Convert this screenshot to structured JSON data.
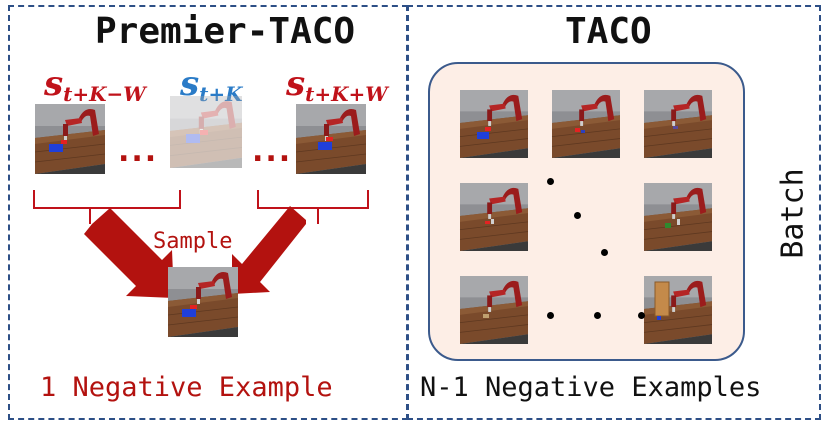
{
  "left_panel": {
    "title": "Premier-TACO",
    "anchor_left_label": {
      "base": "s",
      "sub": "t+K−W",
      "color": "#c0121a"
    },
    "anchor_mid_label": {
      "base": "s",
      "sub": "t+K",
      "color": "#2a7bc7"
    },
    "anchor_right_label": {
      "base": "s",
      "sub": "t+K+W",
      "color": "#c0121a"
    },
    "ellipsis": "...",
    "sample_label": "Sample",
    "footer": "1 Negative Example",
    "footer_color": "#b3120f"
  },
  "right_panel": {
    "title": "TACO",
    "side_label": "Batch",
    "footer": "N-1 Negative Examples",
    "footer_color": "#111111"
  },
  "colors": {
    "accent_red": "#c0121a",
    "panel_border": "#2d4f86",
    "batch_fill": "#fdeee6"
  }
}
